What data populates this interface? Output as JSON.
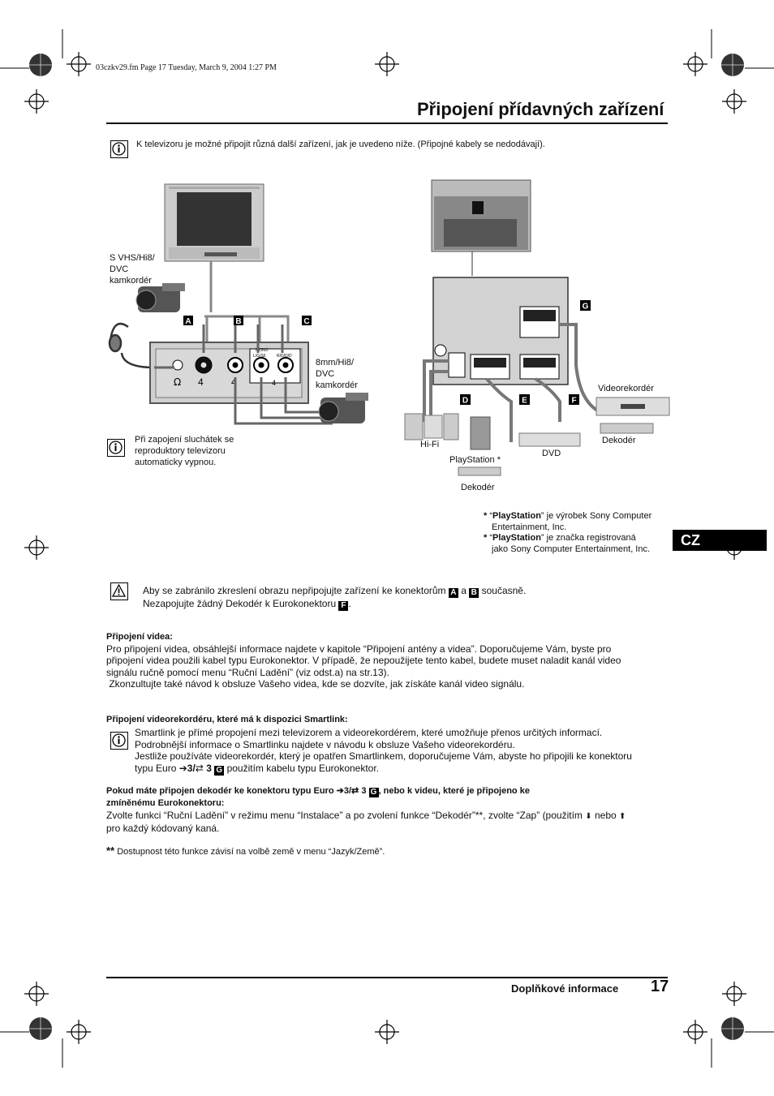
{
  "header": {
    "file_note": "03czkv29.fm  Page 17  Tuesday, March 9, 2004  1:27 PM",
    "title": "Připojení přídavných zařízení"
  },
  "intro": "K televizoru je možné připojit různá další zařízení, jak je uvedeno níže. (Připojné kabely se nedodávají).",
  "diagram_left": {
    "camcorder1_label": "S VHS/Hi8/\nDVC\nkamkordér",
    "camcorder2_label": "8mm/Hi8/\nDVC\nkamkordér",
    "connector_labels": [
      "A",
      "B",
      "C"
    ],
    "jack_labels": [
      "MONO",
      "L/G/S/I",
      "R/D/D/D"
    ],
    "input_numbers": [
      "4",
      "4",
      "4"
    ]
  },
  "headphone_note": "Při zapojení sluchátek se reproduktory televizoru automaticky vypnou.",
  "diagram_right": {
    "connector_labels": [
      "G",
      "D",
      "E",
      "F"
    ],
    "devices": {
      "videorecorder": "Videorekordér",
      "decoder_right": "Dekodér",
      "hifi": "Hi-Fi",
      "dvd": "DVD",
      "playstation": "PlayStation *",
      "decoder_bottom": "Dekodér"
    }
  },
  "footnotes": [
    {
      "mark": "*",
      "brand": "PlayStation",
      "rest": "” je výrobek Sony Computer",
      "line2": "Entertainment, Inc."
    },
    {
      "mark": "*",
      "brand": "PlayStation",
      "rest": "” je značka registrovaná",
      "line2": "jako Sony Computer Entertainment, Inc."
    }
  ],
  "language_tab": "CZ",
  "warning": {
    "line1_a": "Aby se zabránilo zkreslení obrazu nepřipojujte zařízení ke konektorům",
    "label_a": "A",
    "and": "a",
    "label_b": "B",
    "line1_b": "současně.",
    "line2_a": "Nezapojujte žádný Dekodér k Eurokonektoru",
    "label_f": "F",
    "line2_b": "."
  },
  "video_section": {
    "heading": "Připojení videa:",
    "lines": [
      "Pro připojení videa, obsáhlejší informace najdete v kapitole “Připojení antény a videa”. Doporučujeme Vám, byste pro",
      "připojení videa použili kabel typu Eurokonektor. V případě, že nepoužijete tento kabel, budete muset naladit kanál  video",
      "signálu ručně pomocí menu “Ruční Ladění” (viz odst.a) na str.13).",
      " Zkonzultujte také návod k obsluze Vašeho videa, kde se dozvíte, jak získáte kanál video signálu."
    ]
  },
  "smartlink_section": {
    "heading": "Připojení videorekordéru, které má k dispozici Smartlink:",
    "lines": [
      "Smartlink je přímé propojení mezi televizorem a videorekordérem, které umožňuje přenos určitých informací.",
      "Podrobnější informace o Smartlinku najdete v návodu k obsluze  Vašeho videorekordéru.",
      "Jestliže používáte videorekordér, který je opatřen Smartlinkem, doporučujeme Vám, abyste ho připojili ke konektoru"
    ],
    "line4_a": "typu Euro",
    "line4_num": "3/",
    "line4_num2": "3",
    "label_g": "G",
    "line4_b": "použitím kabelu typu Eurokonektor."
  },
  "decoder_section": {
    "heading_a": "Pokud máte připojen dekodér ke konektoru typu Euro",
    "heading_num": "3/",
    "heading_num2": "3",
    "label_g": "G",
    "heading_b": ", nebo k videu, které je připojeno ke",
    "heading_line2": "zmíněnému Eurokonektoru:",
    "line1_a": "Zvolte funkci “Ruční Ladění” v režimu menu “Instalace” a po zvolení funkce “Dekodér”**, zvolte “Zap” (použitím",
    "line1_b": "nebo",
    "line2": "pro každý kódovaný kaná.",
    "note_mark": "**",
    "note": "Dostupnost této funkce závisí na volbě země v menu “Jazyk/Země”."
  },
  "footer": {
    "section": "Doplňkové informace",
    "page": "17"
  }
}
